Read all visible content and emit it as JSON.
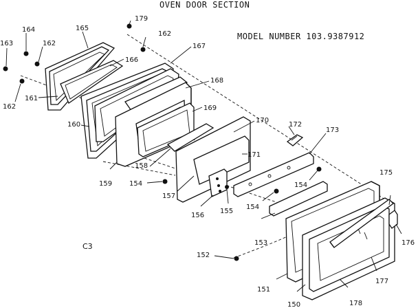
{
  "title": "OVEN DOOR SECTION",
  "model_number": "MODEL NUMBER 103.9387912",
  "sheet_code": "C3",
  "part_numbers": {
    "p150": "150",
    "p151": "151",
    "p152": "152",
    "p153": "153",
    "p154a": "154",
    "p154b": "154",
    "p154c": "154",
    "p155": "155",
    "p156": "156",
    "p157": "157",
    "p158": "158",
    "p159": "159",
    "p160": "160",
    "p161": "161",
    "p162a": "162",
    "p162b": "162",
    "p162c": "162",
    "p163": "163",
    "p164": "164",
    "p165": "165",
    "p166": "166",
    "p167": "167",
    "p168": "168",
    "p169": "169",
    "p170": "170",
    "p171": "171",
    "p172": "172",
    "p173": "173",
    "p175": "175",
    "p176": "176",
    "p177": "177",
    "p178": "178",
    "p179": "179"
  },
  "colors": {
    "ink": "#111111",
    "paper": "#ffffff"
  }
}
